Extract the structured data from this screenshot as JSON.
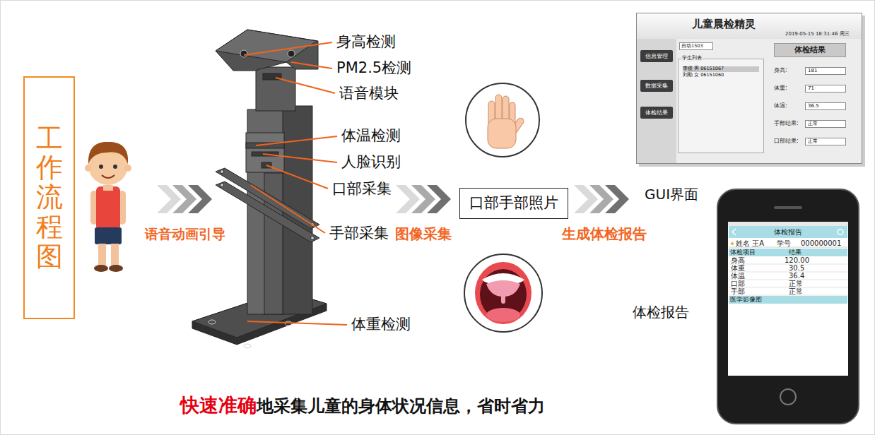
{
  "diagram": {
    "nodes": [
      {
        "text": [
          "工作流程图"
        ]
      },
      {
        "text": [
          "口部手部照片"
        ]
      },
      {
        "text": [
          "儿童晨检精灵",
          "2019-05-15 18:31:46 周三"
        ]
      },
      {
        "text": [
          "信息管理"
        ],
        "in": 2
      },
      {
        "text": [
          "数据采集"
        ],
        "in": 2
      },
      {
        "text": [
          "体检结果"
        ],
        "in": 2
      },
      {
        "text": [
          "自动1503"
        ],
        "in": 2
      },
      {
        "text": [
          "学生列表",
          "李俊 男 06151067",
          "刘勤 女 06151060"
        ],
        "in": 2
      },
      {
        "text": [
          "体检结果"
        ],
        "in": 2
      },
      {
        "text": [
          "181"
        ],
        "in": 2
      },
      {
        "text": [
          "71"
        ],
        "in": 2
      },
      {
        "text": [
          "36.5"
        ],
        "in": 2
      },
      {
        "text": [
          "正常"
        ],
        "in": 2
      },
      {
        "text": [
          "正常"
        ],
        "in": 2
      },
      {
        "text": [
          "体检报告"
        ]
      },
      {
        "text": [
          "体检项目",
          "结果"
        ]
      },
      {
        "text": [
          "医学影像图"
        ]
      }
    ],
    "labels": [
      "身高检测",
      "PM2.5检测",
      "语音模块",
      "体温检测",
      "人脸识别",
      "口部采集",
      "手部采集",
      "图像采集",
      "体重检测",
      "语音动画引导",
      "生成体检报告",
      "GUI界面",
      "体检报告",
      "身高:",
      "体重:",
      "体温:",
      "手部结果:",
      "口部结果:",
      "姓名 王A",
      "学号",
      "000000001",
      "身高",
      "120.00",
      "体重",
      "30.5",
      "体温",
      "36.4",
      "口部",
      "正常",
      "手部",
      "正常",
      "快速准确",
      "地采集儿童的身体状况信息，省时省力"
    ]
  }
}
